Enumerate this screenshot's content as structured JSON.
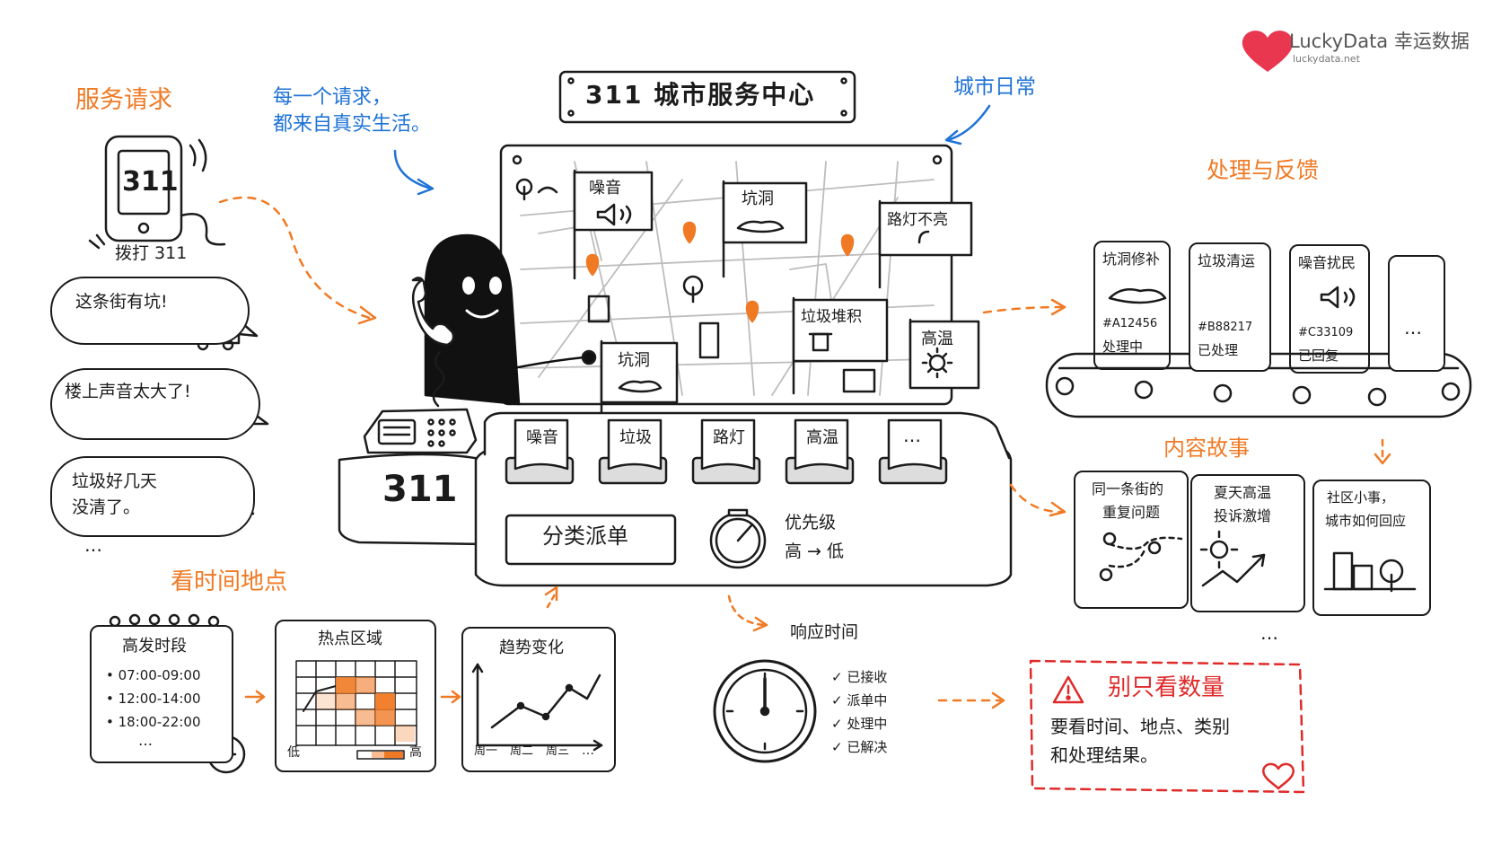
{
  "brand": {
    "name": "LuckyData 幸运数据",
    "url": "luckydata.net",
    "color": "#e8374f"
  },
  "colors": {
    "accent_orange": "#f07a24",
    "accent_blue": "#1f73d6",
    "alert_red": "#e02a2a",
    "ink": "#1b1b1b"
  },
  "center": {
    "sign": "311 城市服务中心",
    "tagline_line1": "每一个请求，",
    "tagline_line2": "都来自真实生活。",
    "daily_label": "城市日常",
    "console_number": "311",
    "dispatch_label": "分类派单",
    "priority_title": "优先级",
    "priority_range": "高 → 低",
    "map_flags": [
      "噪音",
      "坑洞",
      "路灯不亮",
      "垃圾堆积",
      "高温",
      "坑洞"
    ],
    "slots": [
      "噪音",
      "垃圾",
      "路灯",
      "高温",
      "…"
    ]
  },
  "requests": {
    "section_title": "服务请求",
    "phone_number": "311",
    "phone_caption": "拨打 311",
    "bubbles": [
      "这条街有坑!",
      "楼上声音太大了!",
      "垃圾好几天\n没清了。"
    ],
    "more": "…"
  },
  "time_place": {
    "section_title": "看时间地点",
    "peak_title": "高发时段",
    "peak_slots": [
      "• 07:00-09:00",
      "• 12:00-14:00",
      "• 18:00-22:00"
    ],
    "peak_more": "…",
    "heat_title": "热点区域",
    "heat_low": "低",
    "heat_high": "高",
    "trend_title": "趋势变化",
    "trend_days": [
      "周一",
      "周二",
      "周三",
      "…"
    ]
  },
  "response": {
    "title": "响应时间",
    "steps": [
      "✓ 已接收",
      "✓ 派单中",
      "✓ 处理中",
      "✓ 已解决"
    ]
  },
  "feedback": {
    "section_title": "处理与反馈",
    "cards": [
      {
        "title": "坑洞修补",
        "id": "#A12456",
        "status": "处理中"
      },
      {
        "title": "垃圾清运",
        "id": "#B88217",
        "status": "已处理"
      },
      {
        "title": "噪音扰民",
        "id": "#C33109",
        "status": "已回复"
      }
    ],
    "more": "…"
  },
  "stories": {
    "section_title": "内容故事",
    "cards": [
      {
        "title_line1": "同一条街的",
        "title_line2": "重复问题"
      },
      {
        "title_line1": "夏天高温",
        "title_line2": "投诉激增"
      },
      {
        "title_line1": "社区小事，",
        "title_line2": "城市如何回应"
      }
    ],
    "more": "…"
  },
  "warning": {
    "title": "别只看数量",
    "line1": "要看时间、地点、类别",
    "line2": "和处理结果。"
  }
}
